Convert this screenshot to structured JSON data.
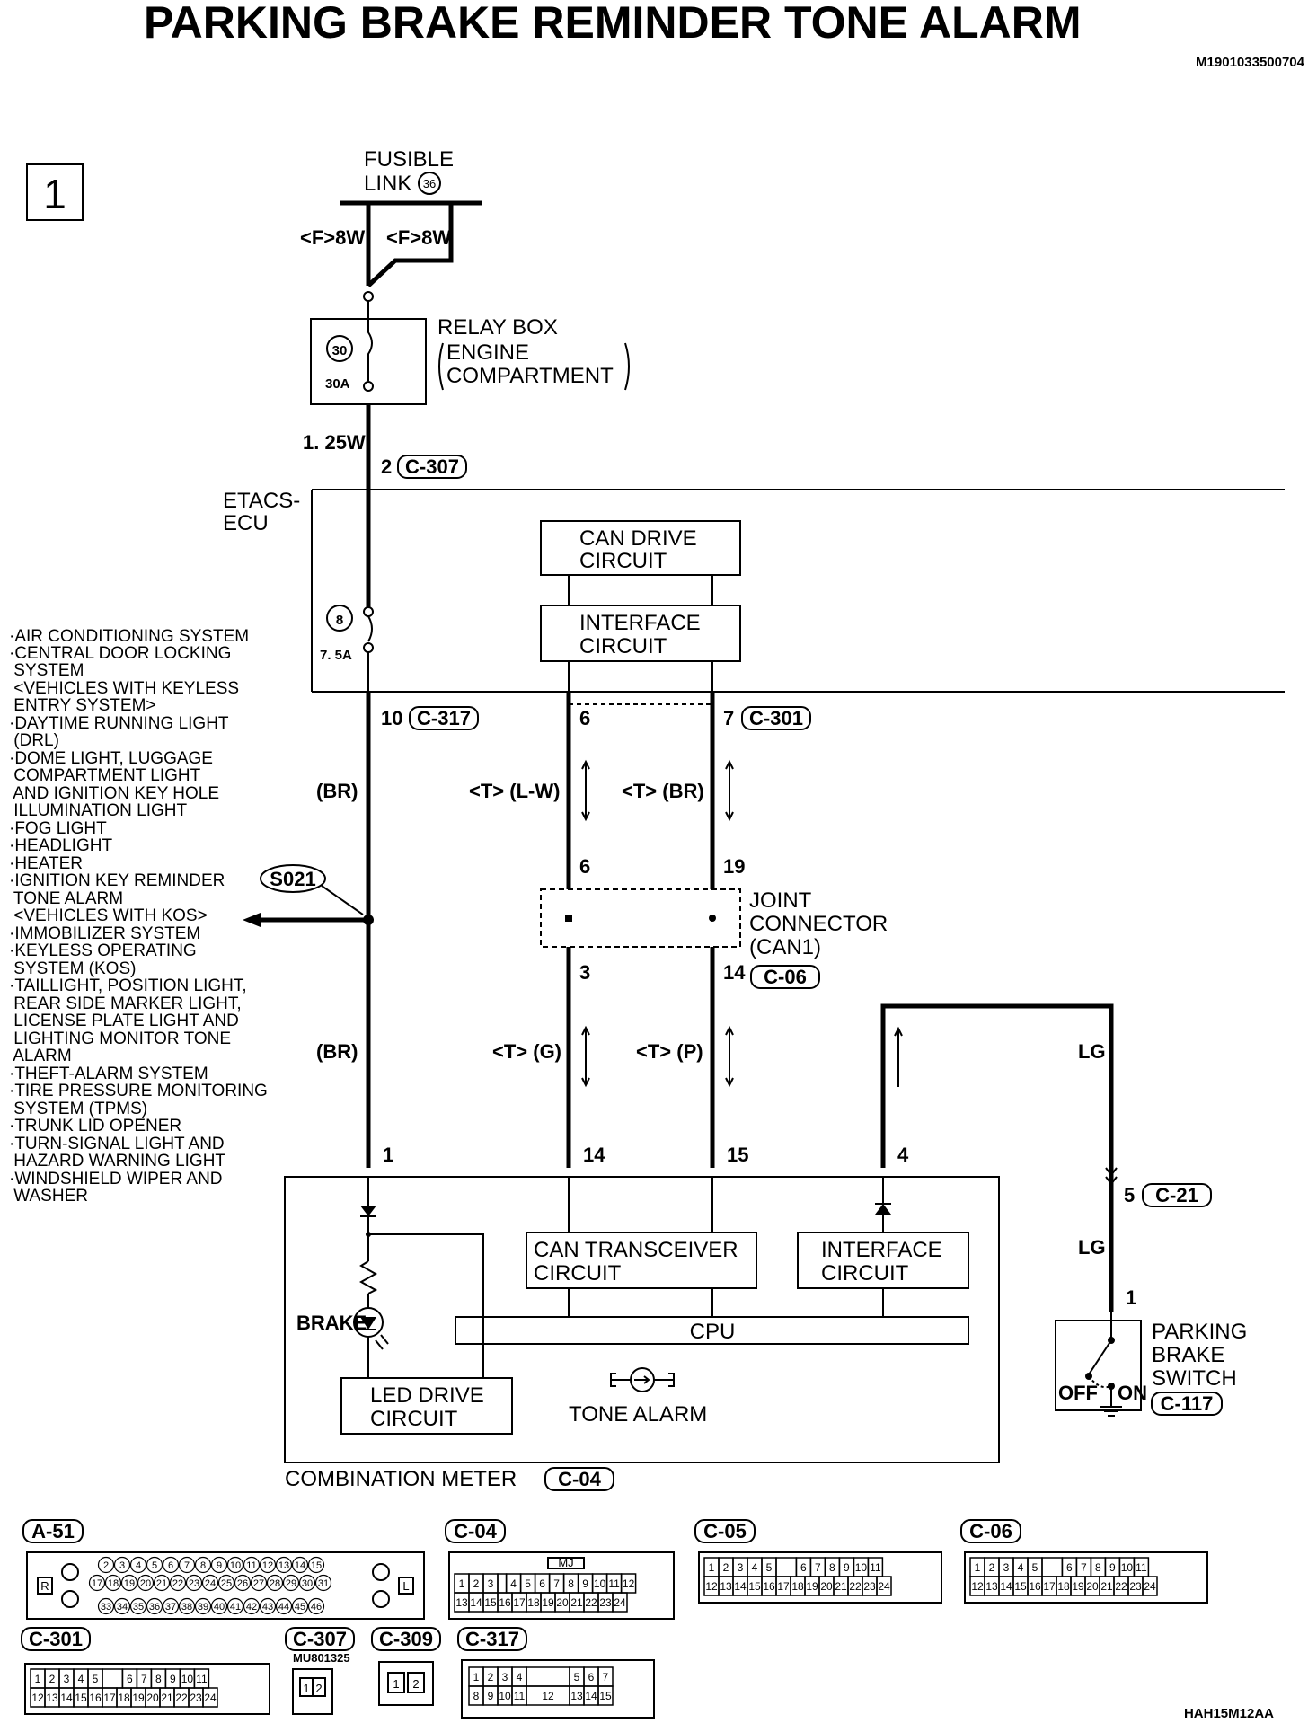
{
  "title": "PARKING BRAKE REMINDER TONE ALARM",
  "doc_code": "M1901033500704",
  "figure_code": "HAH15M12AA",
  "page_number": "1",
  "fusible_link": {
    "label_line1": "FUSIBLE",
    "label_line2": "LINK",
    "number": "36"
  },
  "wires": {
    "f8w_left": "<F>8W",
    "f8w_right": "<F>8W",
    "w125": "1. 25W"
  },
  "relay_box": {
    "fuse_num": "30",
    "fuse_amp": "30A",
    "label1": "RELAY BOX",
    "label2": "ENGINE",
    "label3": "COMPARTMENT"
  },
  "etacs": {
    "label1": "ETACS-",
    "label2": "ECU",
    "fuse_num": "8",
    "fuse_amp": "7. 5A",
    "can_drive": [
      "CAN DRIVE",
      "CIRCUIT"
    ],
    "interface": [
      "INTERFACE",
      "CIRCUIT"
    ]
  },
  "connectors": {
    "c307": "C-307",
    "c317": "C-317",
    "c301": "C-301",
    "c06": "C-06",
    "c21": "C-21",
    "c117": "C-117",
    "c04": "C-04"
  },
  "pins": {
    "p2": "2",
    "p10": "10",
    "p6a": "6",
    "p7": "7",
    "p6b": "6",
    "p19": "19",
    "p3": "3",
    "p14a": "14",
    "p1": "1",
    "p14b": "14",
    "p15": "15",
    "p4": "4",
    "p5": "5",
    "p1b": "1"
  },
  "wire_colors": {
    "br1": "(BR)",
    "br2": "(BR)",
    "tlw": "<T> (L-W)",
    "tbr": "<T> (BR)",
    "tg": "<T> (G)",
    "tp": "<T> (P)",
    "lg1": "LG",
    "lg2": "LG"
  },
  "splice": "S021",
  "systems": [
    "·AIR CONDITIONING SYSTEM",
    "·CENTRAL DOOR LOCKING",
    " SYSTEM",
    " <VEHICLES WITH KEYLESS",
    " ENTRY SYSTEM>",
    "·DAYTIME RUNNING LIGHT",
    " (DRL)",
    "·DOME LIGHT, LUGGAGE",
    " COMPARTMENT LIGHT",
    " AND IGNITION KEY HOLE",
    " ILLUMINATION LIGHT",
    "·FOG LIGHT",
    "·HEADLIGHT",
    "·HEATER",
    "·IGNITION KEY REMINDER",
    " TONE ALARM",
    " <VEHICLES WITH KOS>",
    "·IMMOBILIZER SYSTEM",
    "·KEYLESS OPERATING",
    " SYSTEM (KOS)",
    "·TAILLIGHT, POSITION LIGHT,",
    " REAR SIDE MARKER LIGHT,",
    " LICENSE PLATE LIGHT AND",
    " LIGHTING MONITOR TONE",
    " ALARM",
    "·THEFT-ALARM SYSTEM",
    "·TIRE PRESSURE MONITORING",
    " SYSTEM (TPMS)",
    "·TRUNK LID OPENER",
    "·TURN-SIGNAL LIGHT AND",
    " HAZARD WARNING LIGHT",
    "·WINDSHIELD WIPER AND",
    " WASHER"
  ],
  "joint_connector": [
    "JOINT",
    "CONNECTOR",
    "(CAN1)"
  ],
  "meter": {
    "label": "COMBINATION METER",
    "can_trans": [
      "CAN TRANSCEIVER",
      "CIRCUIT"
    ],
    "interface": [
      "INTERFACE",
      "CIRCUIT"
    ],
    "cpu": "CPU",
    "led_drive": [
      "LED DRIVE",
      "CIRCUIT"
    ],
    "brake": "BRAKE",
    "tone": "TONE ALARM"
  },
  "switch": {
    "label": [
      "PARKING",
      "BRAKE",
      "SWITCH"
    ],
    "off": "OFF",
    "on": "ON"
  },
  "connector_views": {
    "a51": "A-51",
    "c04": "C-04",
    "c05": "C-05",
    "c06": "C-06",
    "c301": "C-301",
    "c307": "C-307",
    "c309": "C-309",
    "c317": "C-317",
    "mu": "MU801325",
    "mj": "MJ",
    "r": "R",
    "l": "L"
  }
}
